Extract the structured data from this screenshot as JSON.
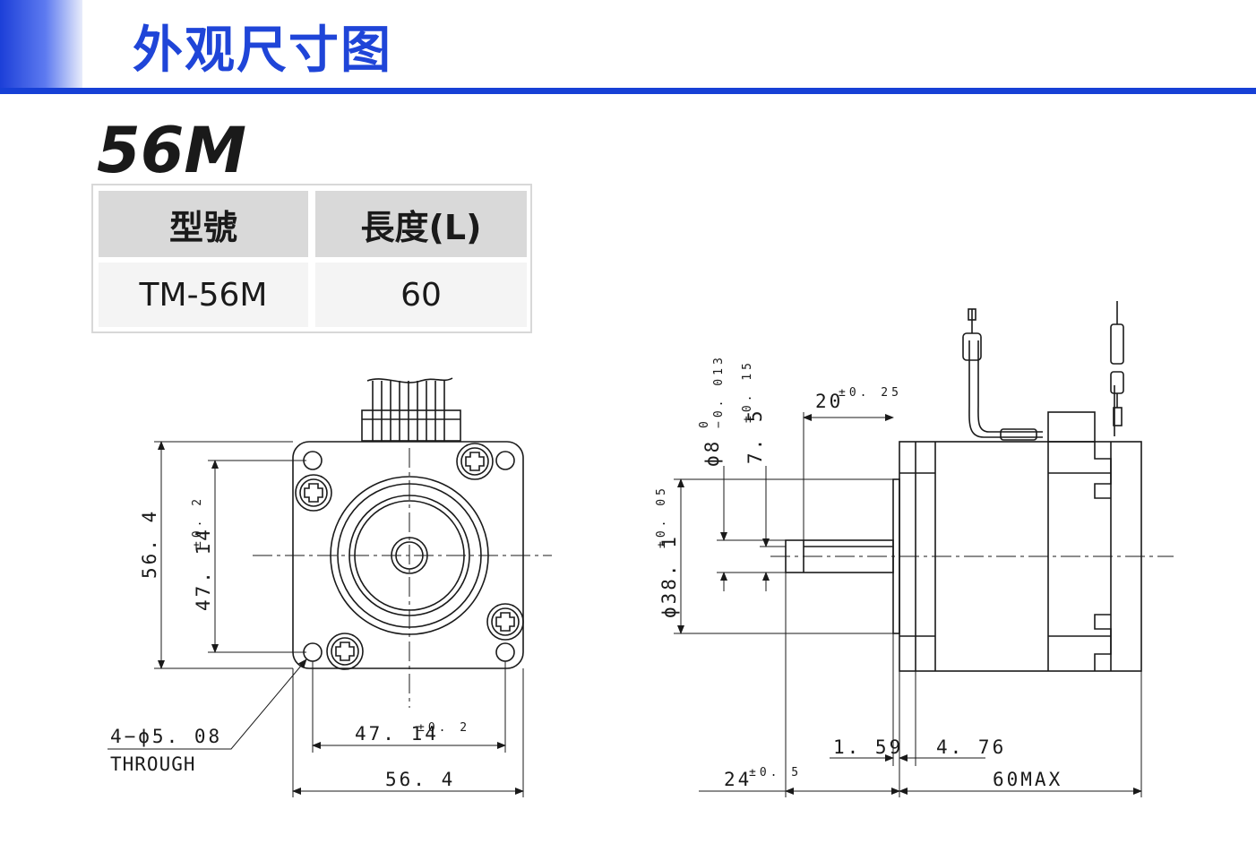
{
  "header": {
    "title": "外观尺寸图"
  },
  "model": {
    "name": "56M"
  },
  "spec_table": {
    "headers": [
      "型號",
      "長度(L)"
    ],
    "rows": [
      [
        "TM-56M",
        "60"
      ]
    ]
  },
  "front_view": {
    "dims": {
      "height": "56. 4",
      "hole_pitch_v": "47. 14",
      "hole_pitch_v_tol": "±0. 2",
      "hole_pitch_h": "47. 14",
      "hole_pitch_h_tol": "±0. 2",
      "width": "56. 4",
      "holes": "4−ϕ5. 08",
      "holes_note": "THROUGH"
    }
  },
  "side_view": {
    "dims": {
      "shaft_dia": "ϕ8",
      "shaft_dia_tol_upper": "0",
      "shaft_dia_tol_lower": "−0. 013",
      "flat": "7. 5",
      "flat_tol": "±0. 15",
      "flat_len": "20",
      "flat_len_tol": "±0. 25",
      "boss_dia": "ϕ38. 1",
      "boss_dia_tol": "±0. 05",
      "boss_h": "1. 59",
      "flange": "4. 76",
      "shaft_len": "24",
      "shaft_len_tol": "±0. 5",
      "body_len": "60MAX"
    }
  },
  "colors": {
    "accent": "#1740d6",
    "title": "#1f45d8",
    "table_head": "#d9d9d9",
    "table_body": "#f4f4f4"
  }
}
